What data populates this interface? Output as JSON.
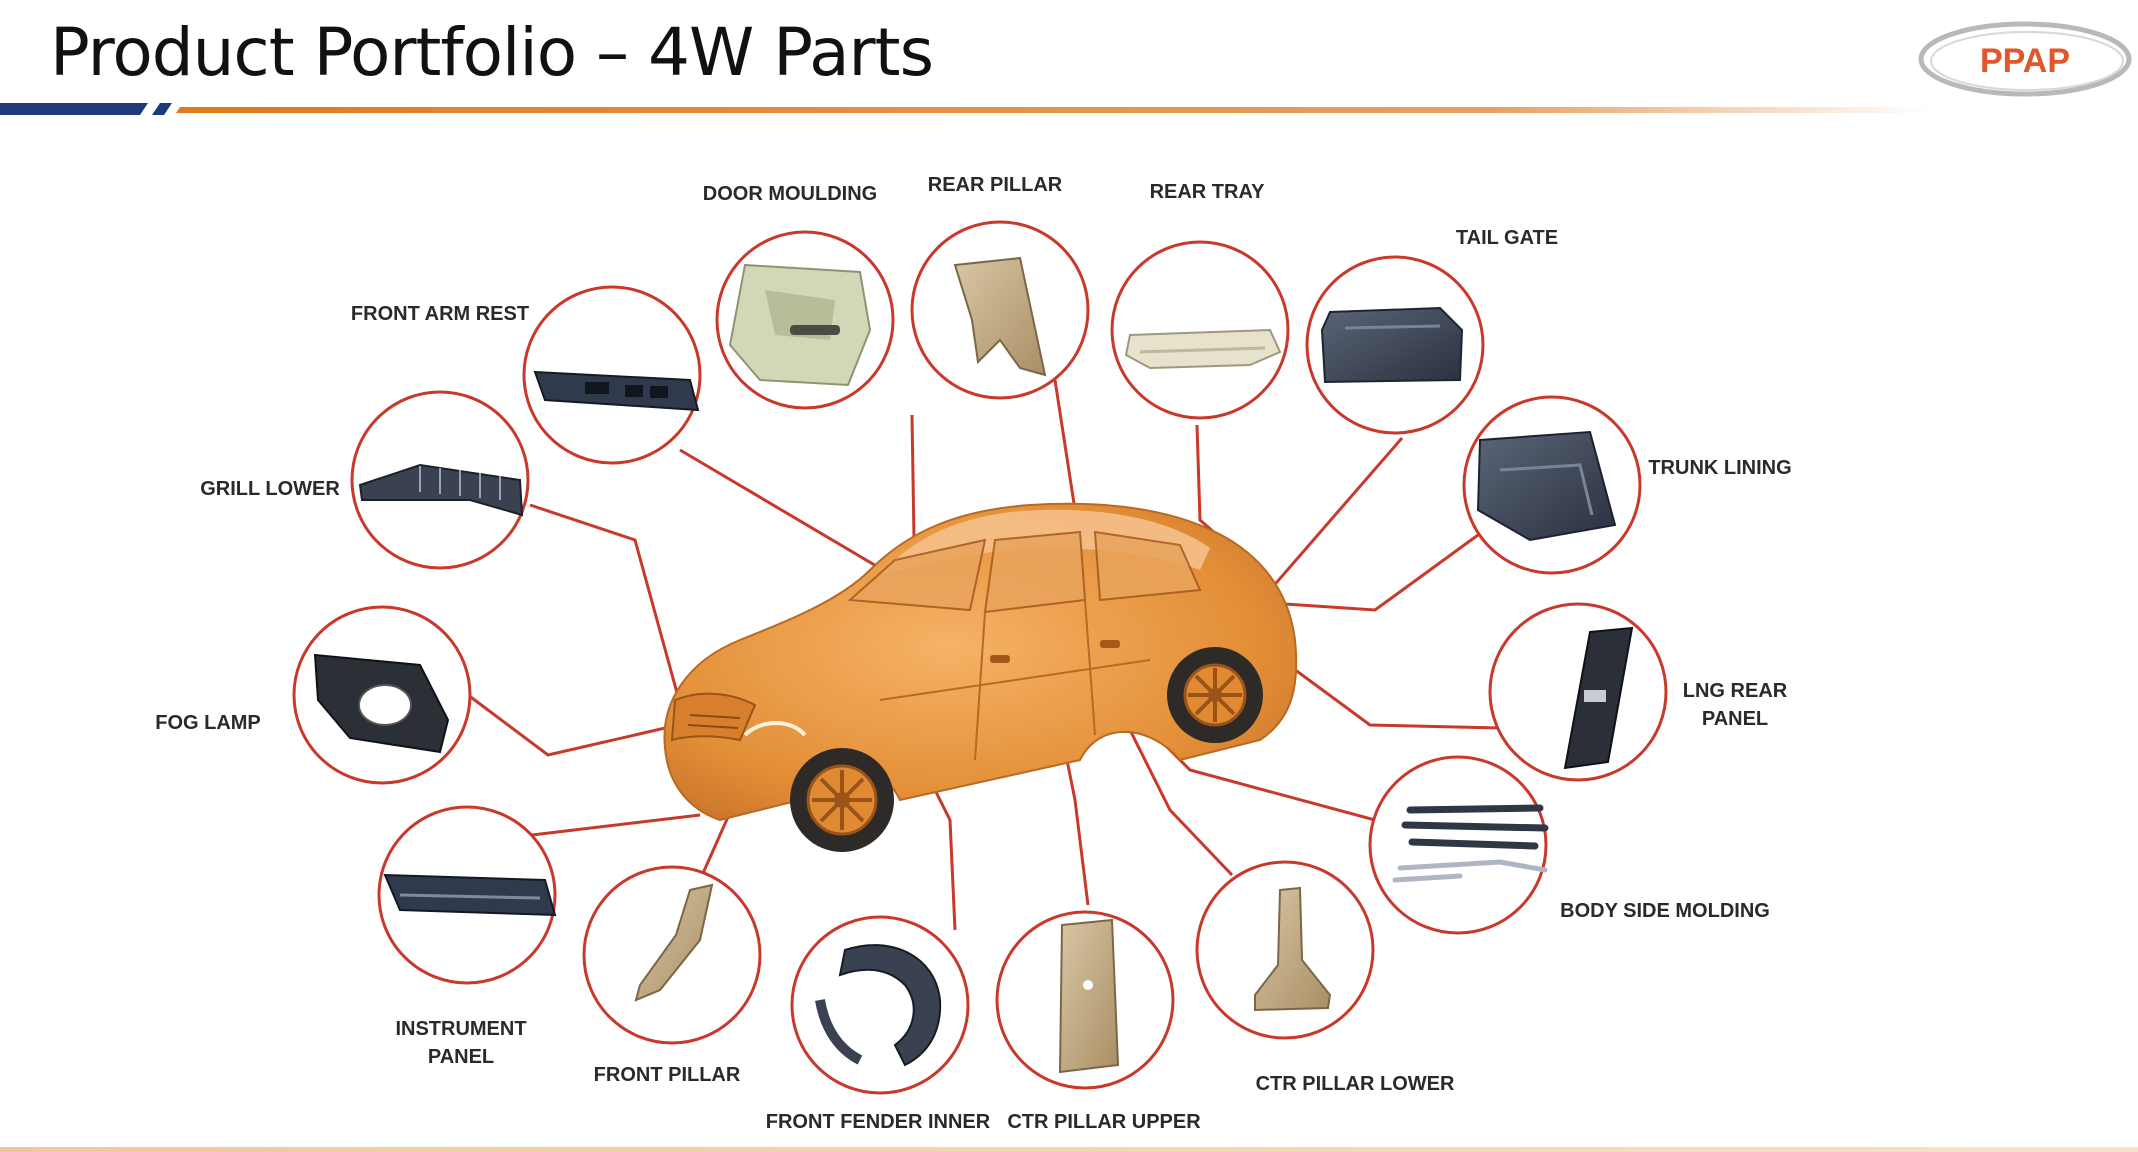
{
  "slide": {
    "title": "Product Portfolio – 4W Parts",
    "logo_text": "PPAP",
    "colors": {
      "accent_orange": "#e07a1c",
      "accent_navy": "#1f3a7a",
      "circle_red": "#c8392b",
      "car_orange": "#e8953a"
    }
  },
  "parts": [
    {
      "id": "door-moulding",
      "label": "DOOR MOULDING"
    },
    {
      "id": "rear-pillar",
      "label": "REAR PILLAR"
    },
    {
      "id": "rear-tray",
      "label": "REAR TRAY"
    },
    {
      "id": "tail-gate",
      "label": "TAIL GATE"
    },
    {
      "id": "front-arm-rest",
      "label": "FRONT ARM REST"
    },
    {
      "id": "trunk-lining",
      "label": "TRUNK LINING"
    },
    {
      "id": "grill-lower",
      "label": "GRILL LOWER"
    },
    {
      "id": "lng-rear-panel",
      "label": "LNG REAR PANEL"
    },
    {
      "id": "fog-lamp",
      "label": "FOG LAMP"
    },
    {
      "id": "body-side-molding",
      "label": "BODY SIDE MOLDING"
    },
    {
      "id": "instrument-panel",
      "label": "INSTRUMENT PANEL"
    },
    {
      "id": "front-pillar",
      "label": "FRONT PILLAR"
    },
    {
      "id": "front-fender-inner",
      "label": "FRONT FENDER INNER"
    },
    {
      "id": "ctr-pillar-upper",
      "label": "CTR PILLAR UPPER"
    },
    {
      "id": "ctr-pillar-lower",
      "label": "CTR PILLAR LOWER"
    }
  ]
}
